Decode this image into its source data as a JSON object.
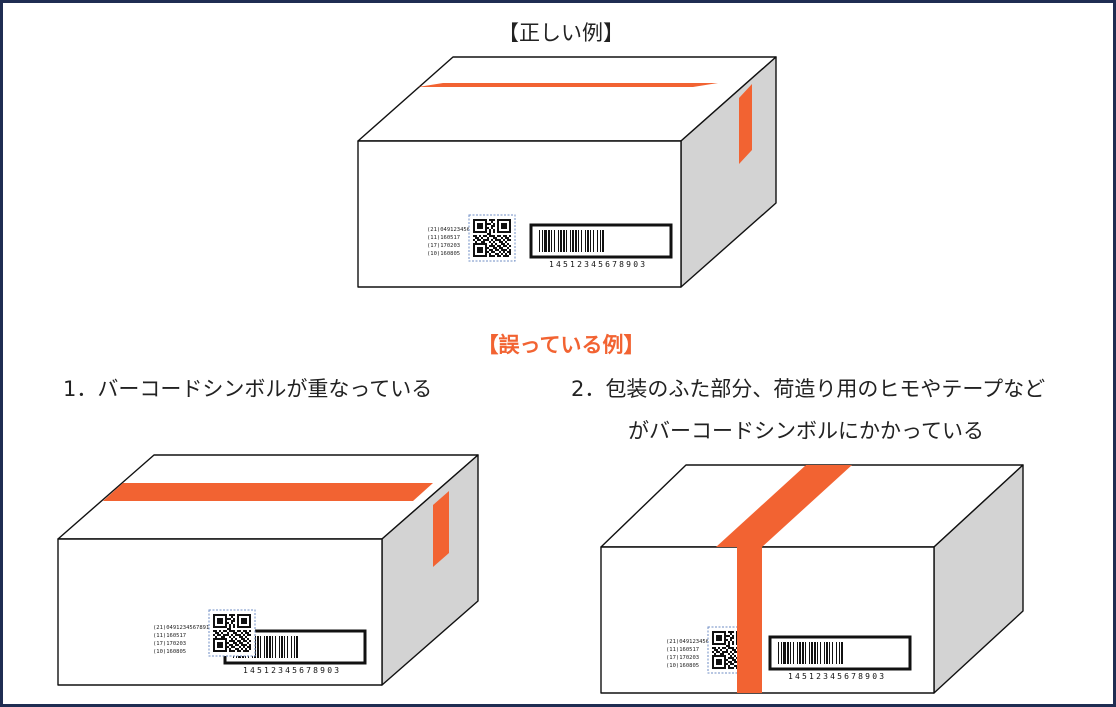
{
  "colors": {
    "tape": "#f26332",
    "border": "#1f2d52",
    "side_face": "#d3d3d3",
    "accent_text": "#f26332",
    "label_outline": "#6f8ec4"
  },
  "titles": {
    "correct": "【正しい例】",
    "wrong": "【誤っている例】"
  },
  "captions": {
    "case1": "1．バーコードシンボルが重なっている",
    "case2_line1": "2．包装のふた部分、荷造り用のヒモやテープなど",
    "case2_line2": "がバーコードシンボルにかかっている"
  },
  "label": {
    "text_lines": [
      "(21)0491234567891",
      "(11)160517",
      "(17)170203",
      "(10)160805"
    ],
    "barcode_digits": "14512345678903"
  },
  "icons": [
    "qr-code-icon",
    "barcode-icon"
  ]
}
